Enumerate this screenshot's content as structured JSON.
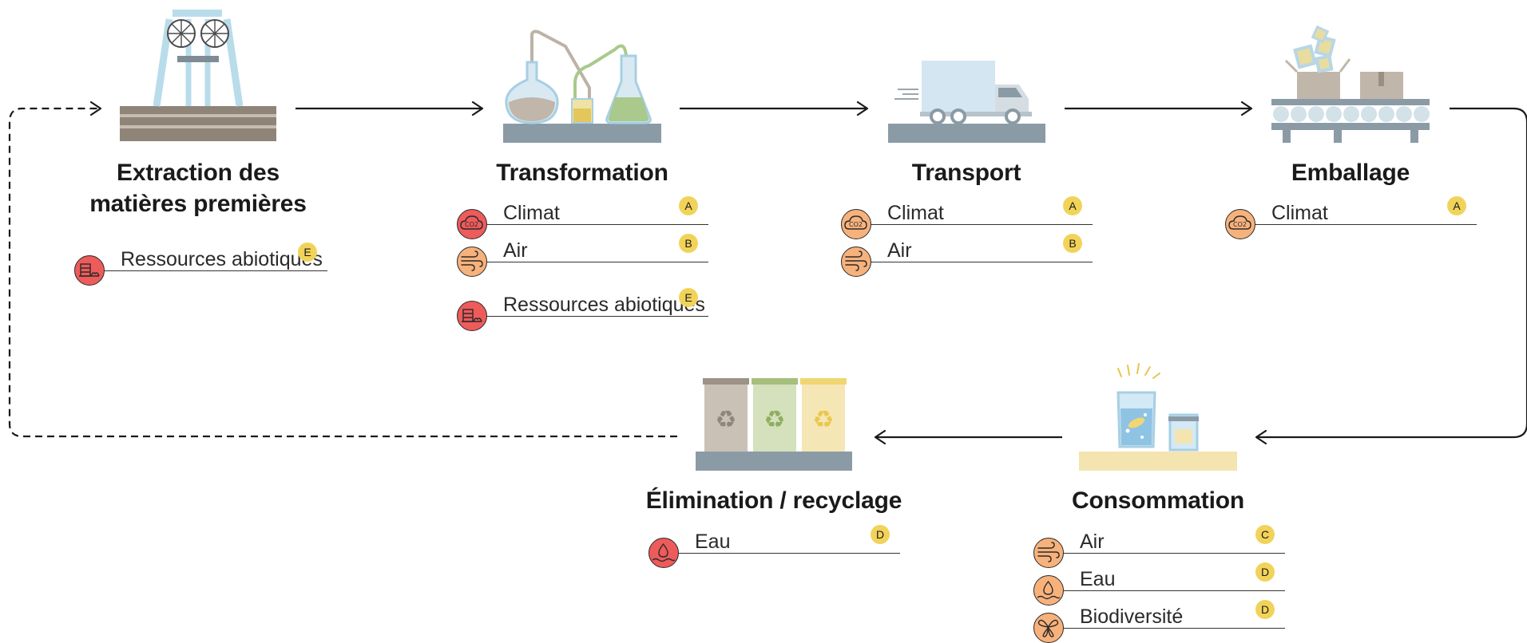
{
  "colors": {
    "arrow": "#1a1a1a",
    "badge": "#f2d35a",
    "impact_high": "#ee5b5b",
    "impact_medium": "#f7b27c",
    "platform": "#8b9ba6",
    "ground": "#f3e4b0"
  },
  "stages": [
    {
      "name": "Extraction des matières premières",
      "illustration": "mining-headframe-icon",
      "impacts": [
        {
          "label": "Ressources abiotiques",
          "badge": "E",
          "icon": "abiotic-resources-icon",
          "severity": "high"
        }
      ]
    },
    {
      "name": "Transformation",
      "illustration": "laboratory-flasks-icon",
      "impacts": [
        {
          "label": "Climat",
          "badge": "A",
          "icon": "co2-cloud-icon",
          "severity": "high"
        },
        {
          "label": "Air",
          "badge": "B",
          "icon": "wind-icon",
          "severity": "medium"
        },
        {
          "label": "Ressources abiotiques",
          "badge": "E",
          "icon": "abiotic-resources-icon",
          "severity": "high"
        }
      ]
    },
    {
      "name": "Transport",
      "illustration": "delivery-truck-icon",
      "impacts": [
        {
          "label": "Climat",
          "badge": "A",
          "icon": "co2-cloud-icon",
          "severity": "medium"
        },
        {
          "label": "Air",
          "badge": "B",
          "icon": "wind-icon",
          "severity": "medium"
        }
      ]
    },
    {
      "name": "Emballage",
      "illustration": "conveyor-boxes-icon",
      "impacts": [
        {
          "label": "Climat",
          "badge": "A",
          "icon": "co2-cloud-icon",
          "severity": "medium"
        }
      ]
    },
    {
      "name": "Consommation",
      "illustration": "effervescent-glass-icon",
      "impacts": [
        {
          "label": "Air",
          "badge": "C",
          "icon": "wind-icon",
          "severity": "medium"
        },
        {
          "label": "Eau",
          "badge": "D",
          "icon": "water-drop-icon",
          "severity": "medium"
        },
        {
          "label": "Biodiversité",
          "badge": "D",
          "icon": "butterfly-icon",
          "severity": "medium"
        }
      ]
    },
    {
      "name": "Élimination / recyclage",
      "illustration": "recycling-bins-icon",
      "impacts": [
        {
          "label": "Eau",
          "badge": "D",
          "icon": "water-drop-icon",
          "severity": "high"
        }
      ]
    }
  ]
}
